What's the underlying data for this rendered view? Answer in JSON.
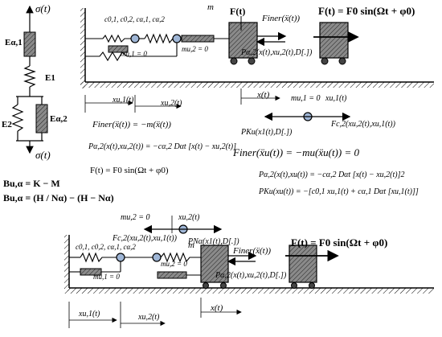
{
  "left_model": {
    "sigma_top": "σ(t)",
    "sigma_bottom": "σ(t)",
    "e_alpha1": "Eα,1",
    "e1": "E1",
    "e2": "E2",
    "e_alpha2": "Eα,2"
  },
  "top_system": {
    "coeffs": "c0,1, c0,2, cα,1, cα,2",
    "m_label": "m",
    "force_label": "F(t)",
    "m_u1": "mu,1 = 0",
    "m_u2": "mu,2 = 0",
    "f_iner": "Finer(ẍ(t))",
    "applied_force": "F(t) = F0 sin(Ωt + φ0)",
    "pk_force": "Pα,2(x(t),xu,2(t),D[.])",
    "x_u1": "xu,1(t)",
    "x_u2": "xu,2(t)",
    "x": "x(t)"
  },
  "middle_block": {
    "mu1_zero": "mu,1 = 0",
    "xu1": "xu,1(t)",
    "fc2": "Fc,2(xu,2(t),xu,1(t))",
    "pk_node": "PKu(x1(t),D[.])",
    "f_iner_def": "Finer(ẍ(t)) = −m(ẍ(t))",
    "f_iner_u": "Finer(ẍu(t)) = −mu(ẍu(t)) = 0",
    "p_alpha2": "Pα,2(x(t),xu,2(t)) = −cα,2 Dαt [x(t) − xu,2(t)]",
    "p_alpha2_right": "Pα,2(x(t),xu(t)) = −cα,2 Dαt [x(t) − xu,2(t)]2",
    "f_def": "F(t) = F0 sin(Ωt + φ0)",
    "pk_def": "PKu(xu(t)) = −[c0,1 xu,1(t) + cα,1 Dαt [xu,1(t)]]",
    "b_def1": "Bu,α = K − M",
    "b_def2": "Bu,α = (H / Nα) − (H − Nα)",
    "mu2_zero": "mu,2 = 0",
    "xu2": "xu,2(t)",
    "fc2_b": "Fc,2(xu,2(t),xu,1(t))",
    "pn_node": "PNα(x1(t),D[.])"
  },
  "bottom_system": {
    "coeffs": "c0,1, c0,2, cα,1, cα,2",
    "m_label": "m",
    "m_u1": "mu,1 = 0",
    "m_u2": "mu,2 = 0",
    "f_iner": "Finer(ẍ(t))",
    "applied_force": "F(t) = F0 sin(Ωt + φ0)",
    "pk_force": "Pα,2(x(t),xu,2(t),D[.])",
    "x_u1": "xu,1(t)",
    "x_u2": "xu,2(t)",
    "x": "x(t)"
  }
}
